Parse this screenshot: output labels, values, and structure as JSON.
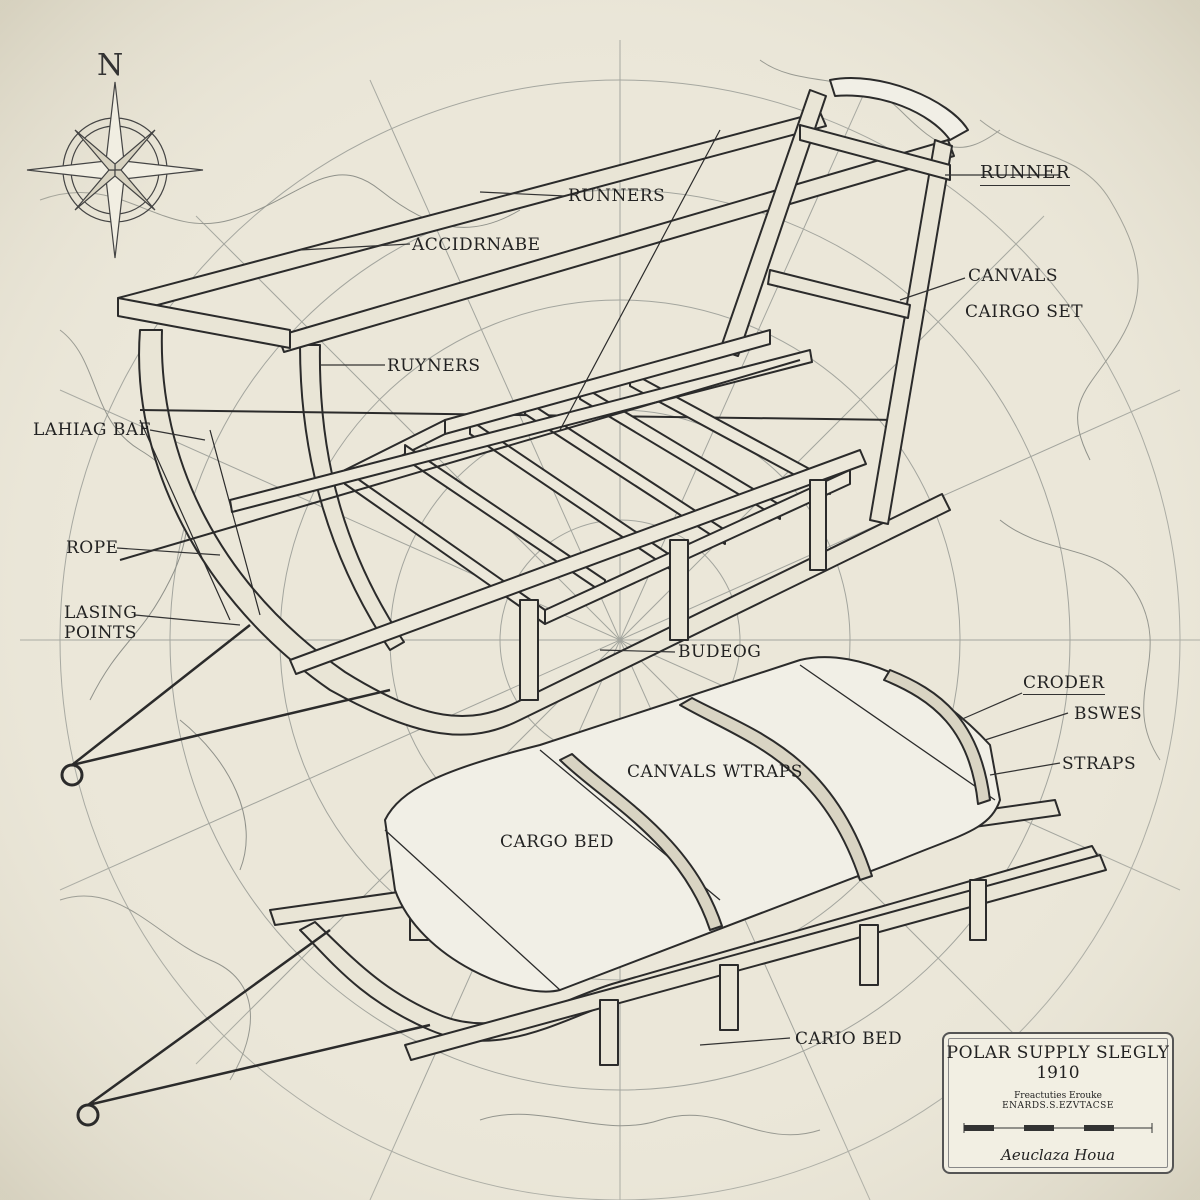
{
  "compass": {
    "north": "N"
  },
  "callouts": {
    "runners_top": "RUNNERS",
    "accidrnabe": "ACCIDRNABE",
    "runner_right": "RUNNER",
    "canvals": "CANVALS",
    "cargo_set": "CAIRGO SET",
    "ruyners": "RUYNERS",
    "lashing_bar": "LAHIAG BAF",
    "rope": "ROPE",
    "lasing_points": "LASING POINTS",
    "budeog": "BUDEOG",
    "croder": "CRODER",
    "bswes": "BSWES",
    "straps": "STRAPS",
    "canvals_wtraps": "CANVALS WTRAPS",
    "cargo_bed": "CARGO BED",
    "cario_bed": "CARIO BED"
  },
  "cartouche": {
    "title": "POLAR SUPPLY SLEGLY",
    "year": "1910",
    "line1": "Freactuties Erouke",
    "line2": "ENARDS.S.EZVTACSE",
    "signature": "Aeuclaza Houa"
  },
  "colors": {
    "paper": "#ebe7d9",
    "ink": "#2b2b2b",
    "map_lines": "#9a9c96",
    "wood_fill": "#e9e5d6",
    "canvas_fill": "#f1efe6"
  }
}
